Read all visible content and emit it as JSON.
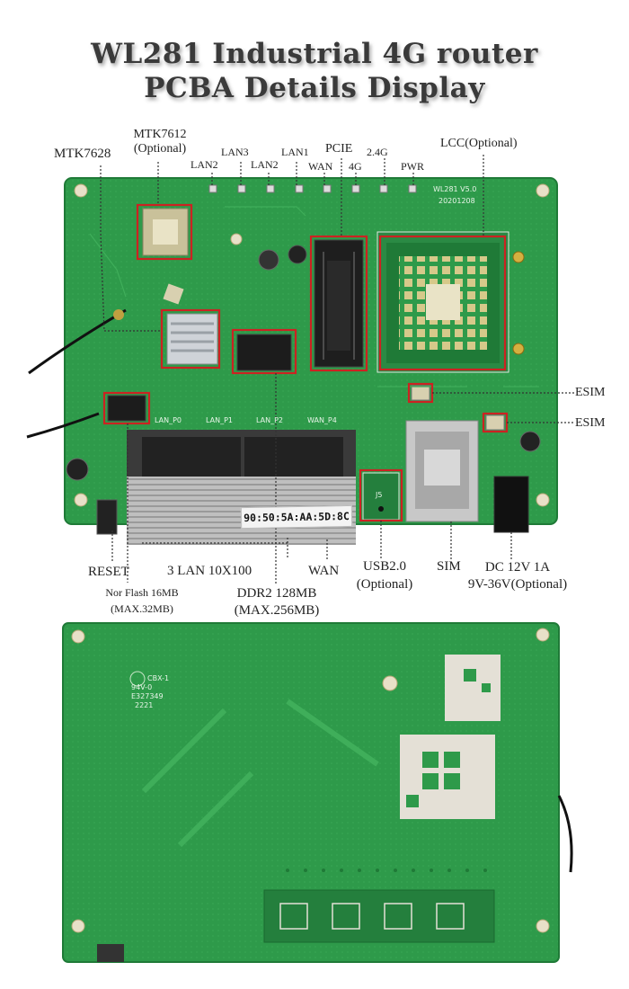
{
  "title": {
    "line1": "WL281 Industrial 4G router",
    "line2": "PCBA Details Display"
  },
  "labels": {
    "mtk7628": "MTK7628",
    "mtk7612_l1": "MTK7612",
    "mtk7612_l2": "(Optional)",
    "lan2_a": "LAN2",
    "lan3": "LAN3",
    "lan2_b": "LAN2",
    "lan1": "LAN1",
    "wan_led": "WAN",
    "pcie": "PCIE",
    "led_4g": "4G",
    "led_24g": "2.4G",
    "pwr": "PWR",
    "lcc": "LCC(Optional)",
    "esim1": "ESIM",
    "esim2": "ESIM",
    "reset": "RESET",
    "lan_ports": "3 LAN 10X100",
    "wan_port": "WAN",
    "usb_l1": "USB2.0",
    "usb_l2": "(Optional)",
    "sim": "SIM",
    "dc_l1": "DC 12V 1A",
    "dc_l2": "9V-36V(Optional)",
    "nor_l1": "Nor Flash 16MB",
    "nor_l2": "(MAX.32MB)",
    "ddr_l1": "DDR2 128MB",
    "ddr_l2": "(MAX.256MB)"
  },
  "board": {
    "silk_model": "WL281 V5.0",
    "silk_date": "20201208",
    "port_labels": [
      "LAN_P0",
      "LAN_P1",
      "LAN_P2",
      "WAN_P4"
    ],
    "j5": "J5",
    "mac": "90:50:5A:AA:5D:8C",
    "back_marks": [
      "CBX-1",
      "94V-0",
      "E327349",
      "2221"
    ]
  },
  "colors": {
    "pcb": "#2e9a4a",
    "pcb_dark": "#1f7a37",
    "highlight": "#cc2222",
    "title": "#3a3a3a"
  }
}
